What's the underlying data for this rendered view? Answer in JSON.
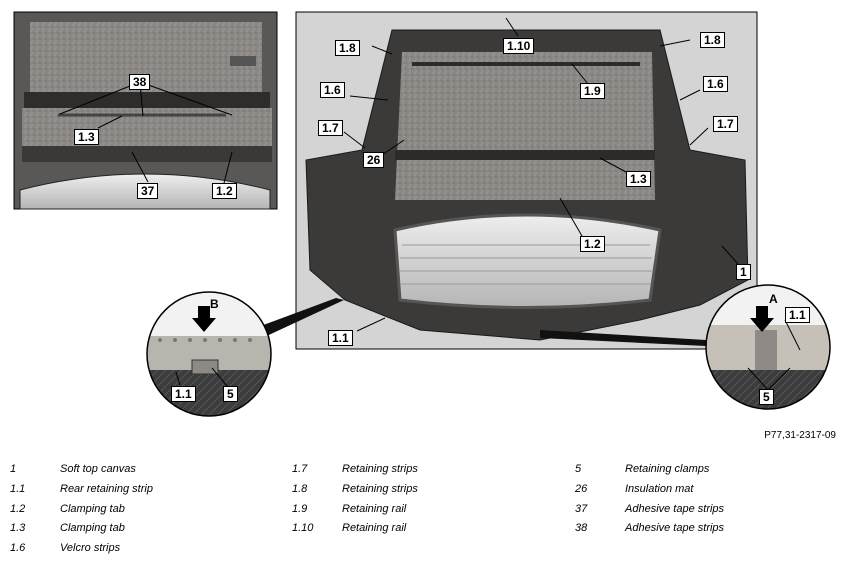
{
  "figure_id": "P77,31-2317-09",
  "callouts": {
    "left": [
      "38",
      "1.3",
      "37",
      "1.2"
    ],
    "main": [
      "1.10",
      "1.8",
      "1.8",
      "1.9",
      "1.6",
      "1.6",
      "1.7",
      "1.7",
      "26",
      "1.3",
      "1.2",
      "1",
      "1.1"
    ],
    "detail_b": [
      "B",
      "1.1",
      "5"
    ],
    "detail_a": [
      "A",
      "1.1",
      "5"
    ]
  },
  "legend": [
    {
      "num": "1",
      "text": "Soft top canvas"
    },
    {
      "num": "1.1",
      "text": "Rear retaining strip"
    },
    {
      "num": "1.2",
      "text": "Clamping tab"
    },
    {
      "num": "1.3",
      "text": "Clamping tab"
    },
    {
      "num": "1.6",
      "text": "Velcro strips"
    },
    {
      "num": "1.7",
      "text": "Retaining strips"
    },
    {
      "num": "1.8",
      "text": "Retaining strips"
    },
    {
      "num": "1.9",
      "text": "Retaining rail"
    },
    {
      "num": "1.10",
      "text": "Retaining rail"
    },
    {
      "num": "5",
      "text": "Retaining clamps"
    },
    {
      "num": "26",
      "text": "Insulation mat"
    },
    {
      "num": "37",
      "text": "Adhesive tape strips"
    },
    {
      "num": "38",
      "text": "Adhesive tape strips"
    }
  ]
}
